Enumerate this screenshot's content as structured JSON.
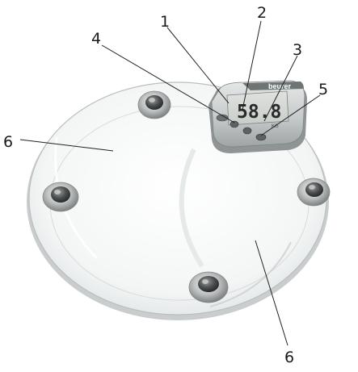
{
  "product": {
    "brand": "beurer",
    "display_reading": "58.8",
    "display_unit": "KG"
  },
  "callouts": [
    {
      "number": "1"
    },
    {
      "number": "2"
    },
    {
      "number": "3"
    },
    {
      "number": "4"
    },
    {
      "number": "5"
    },
    {
      "number": "6"
    },
    {
      "number": "6"
    }
  ]
}
